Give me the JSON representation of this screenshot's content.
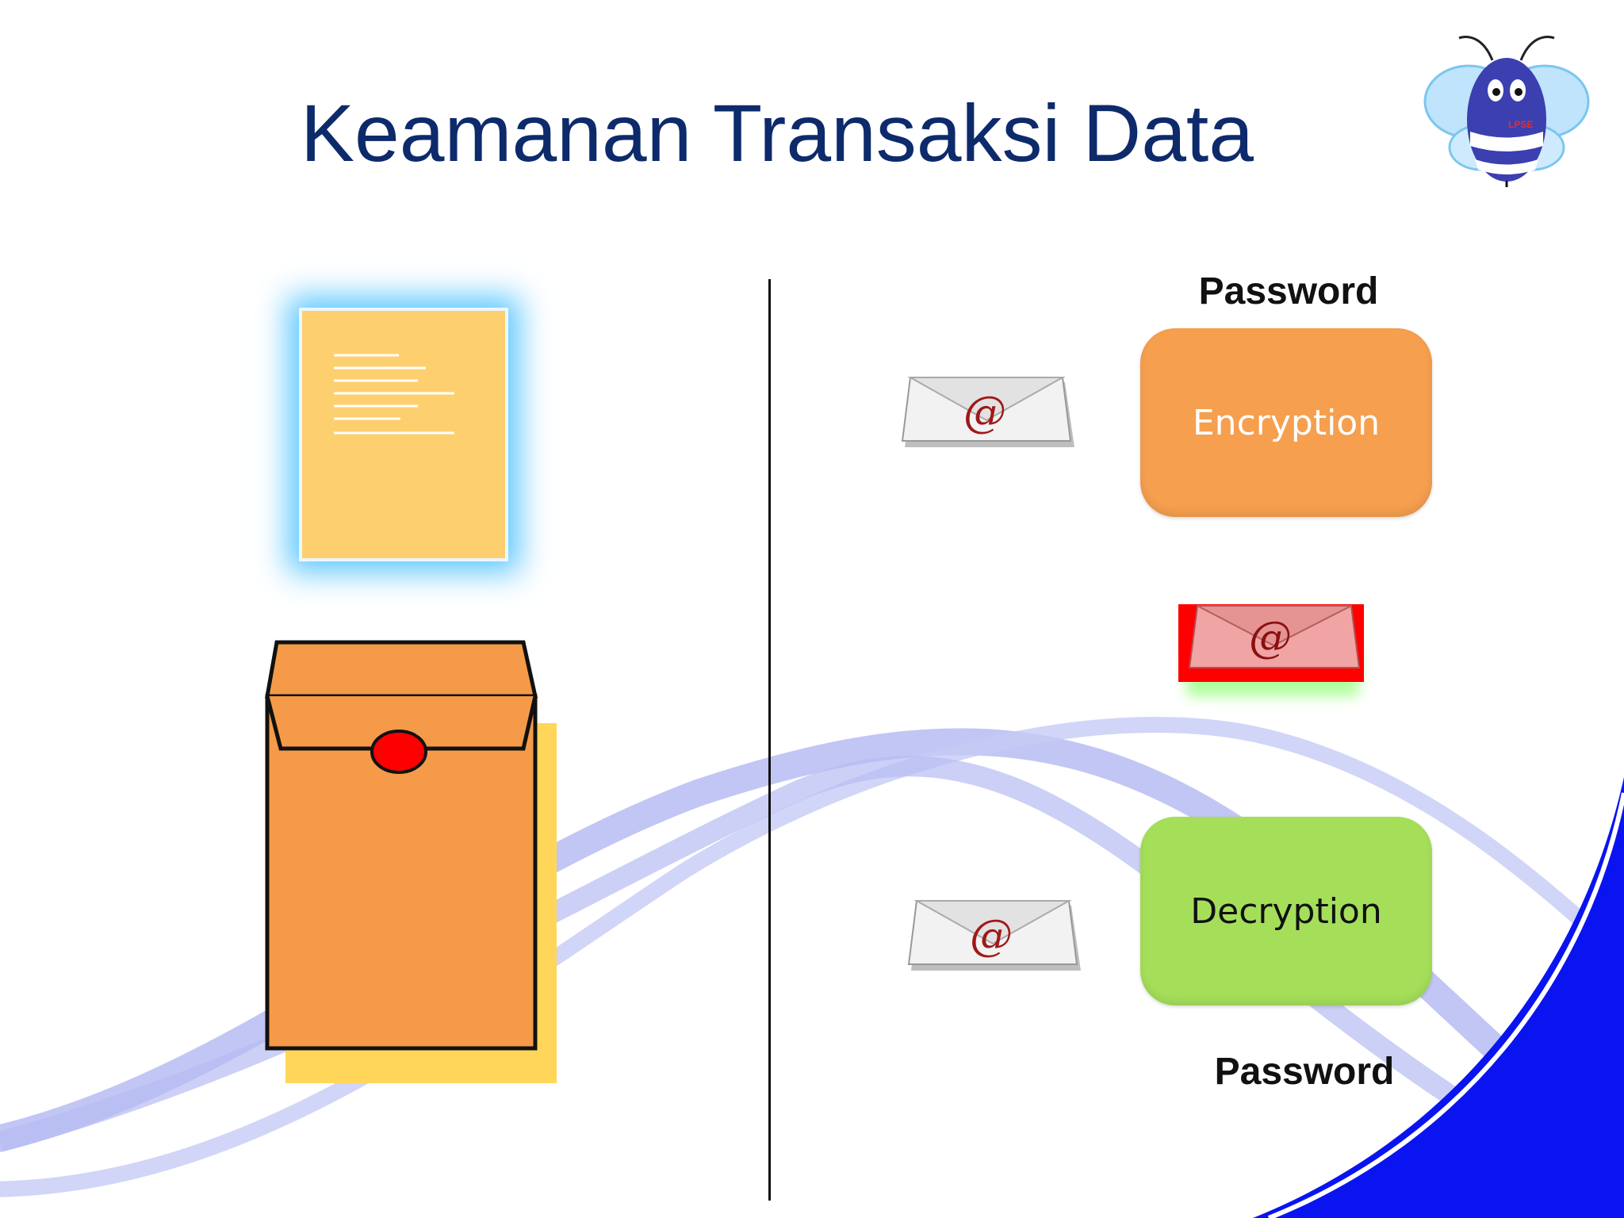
{
  "title": "Keamanan Transaksi Data",
  "labels": {
    "password_top": "Password",
    "encryption": "Encryption",
    "decryption": "Decryption",
    "password_bottom": "Password"
  },
  "logo": {
    "text": "LPSE"
  },
  "icons": [
    "document-icon",
    "sealed-envelope-icon",
    "email-envelope-icon",
    "encrypted-email-icon",
    "bee-mascot-logo"
  ],
  "colors": {
    "title": "#0d2a6b",
    "encryption": "#f59f4f",
    "decryption": "#a5df5a",
    "envelope": "#f59a48",
    "seal": "#ff0000",
    "wave": "#aab0ef",
    "corner": "#0a14f0"
  }
}
